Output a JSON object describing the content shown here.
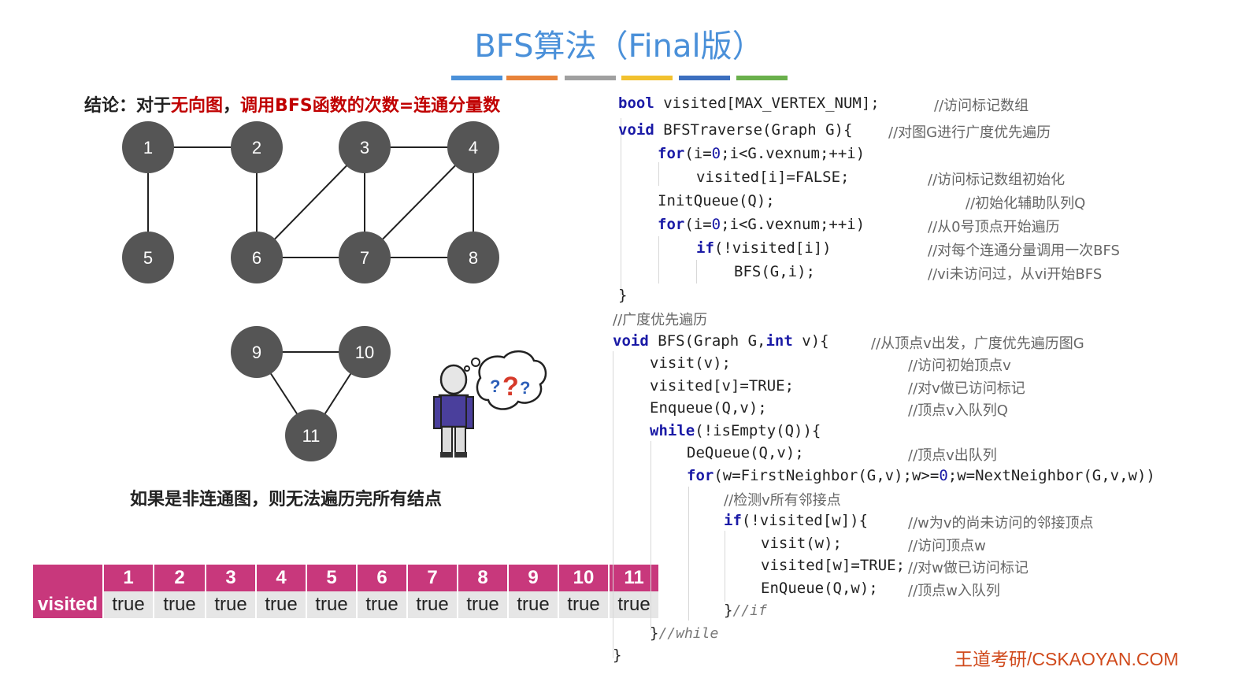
{
  "slide": {
    "title": "BFS算法（Final版）",
    "color_bars": [
      "#4a90d9",
      "#e8833a",
      "#a0a0a0",
      "#f2c12e",
      "#3c6fbf",
      "#6ab04c"
    ],
    "conclusion_prefix": "结论：对于",
    "conclusion_red1": "无向图",
    "conclusion_mid": "，",
    "conclusion_red2": "调用BFS函数的次数=连通分量数",
    "disconnected_note": "如果是非连通图，则无法遍历完所有结点",
    "footer": "王道考研/CSKAOYAN.COM"
  },
  "graph": {
    "node_color": "#555555",
    "nodes": [
      {
        "id": "1",
        "label": "1"
      },
      {
        "id": "2",
        "label": "2"
      },
      {
        "id": "3",
        "label": "3"
      },
      {
        "id": "4",
        "label": "4"
      },
      {
        "id": "5",
        "label": "5"
      },
      {
        "id": "6",
        "label": "6"
      },
      {
        "id": "7",
        "label": "7"
      },
      {
        "id": "8",
        "label": "8"
      },
      {
        "id": "9",
        "label": "9"
      },
      {
        "id": "10",
        "label": "10"
      },
      {
        "id": "11",
        "label": "11"
      }
    ],
    "edges": [
      [
        "1",
        "2"
      ],
      [
        "1",
        "5"
      ],
      [
        "2",
        "6"
      ],
      [
        "3",
        "4"
      ],
      [
        "3",
        "6"
      ],
      [
        "3",
        "7"
      ],
      [
        "4",
        "7"
      ],
      [
        "4",
        "8"
      ],
      [
        "6",
        "7"
      ],
      [
        "7",
        "8"
      ],
      [
        "9",
        "10"
      ],
      [
        "9",
        "11"
      ],
      [
        "10",
        "11"
      ]
    ]
  },
  "visited_table": {
    "row_label": "visited",
    "headers": [
      "1",
      "2",
      "3",
      "4",
      "5",
      "6",
      "7",
      "8",
      "9",
      "10",
      "11"
    ],
    "values": [
      "true",
      "true",
      "true",
      "true",
      "true",
      "true",
      "true",
      "true",
      "true",
      "true",
      "true"
    ],
    "accent": "#c8387c"
  },
  "code": {
    "l1": {
      "kw": "bool",
      "text": " visited[MAX_VERTEX_NUM];",
      "cmt": "//访问标记数组"
    },
    "l2": {
      "kw": "void",
      "text": " BFSTraverse(Graph G){",
      "cmt": "//对图G进行广度优先遍历"
    },
    "l3": {
      "kw": "for",
      "text1": "(i=",
      "num": "0",
      "text2": ";i<G.vexnum;++i)"
    },
    "l4": {
      "text": "visited[i]=FALSE;",
      "cmt": "//访问标记数组初始化"
    },
    "l5": {
      "text": "InitQueue(Q);",
      "cmt": "//初始化辅助队列Q"
    },
    "l6": {
      "kw": "for",
      "text1": "(i=",
      "num": "0",
      "text2": ";i<G.vexnum;++i)",
      "cmt": "//从0号顶点开始遍历"
    },
    "l7": {
      "kw": "if",
      "text": "(!visited[i])",
      "cmt": "//对每个连通分量调用一次BFS"
    },
    "l8": {
      "text": "BFS(G,i);",
      "cmt": "//vi未访问过，从vi开始BFS"
    },
    "l9": {
      "text": "}"
    },
    "l10": {
      "cmt": "//广度优先遍历"
    },
    "l11": {
      "kw": "void",
      "text1": " BFS(Graph G,",
      "kw2": "int",
      "text2": " v){",
      "cmt": "//从顶点v出发，广度优先遍历图G"
    },
    "l12": {
      "text": "visit(v);",
      "cmt": "//访问初始顶点v"
    },
    "l13": {
      "text": "visited[v]=TRUE;",
      "cmt": "//对v做已访问标记"
    },
    "l14": {
      "text": "Enqueue(Q,v);",
      "cmt": "//顶点v入队列Q"
    },
    "l15": {
      "kw": "while",
      "text": "(!isEmpty(Q)){"
    },
    "l16": {
      "text": "DeQueue(Q,v);",
      "cmt": "//顶点v出队列"
    },
    "l17": {
      "kw": "for",
      "text1": "(w=FirstNeighbor(G,v);w>=",
      "num": "0",
      "text2": ";w=NextNeighbor(G,v,w))"
    },
    "l18": {
      "cmt": "//检测v所有邻接点"
    },
    "l19": {
      "kw": "if",
      "text": "(!visited[w]){",
      "cmt": "//w为v的尚未访问的邻接顶点"
    },
    "l20": {
      "text": "visit(w);",
      "cmt": "//访问顶点w"
    },
    "l21": {
      "text": "visited[w]=TRUE;",
      "cmt": "//对w做已访问标记"
    },
    "l22": {
      "text": "EnQueue(Q,w);",
      "cmt": "//顶点w入队列"
    },
    "l23": {
      "text": "}",
      "cmt": "//if"
    },
    "l24": {
      "text": "}",
      "cmt": "//while"
    },
    "l25": {
      "text": "}"
    }
  }
}
